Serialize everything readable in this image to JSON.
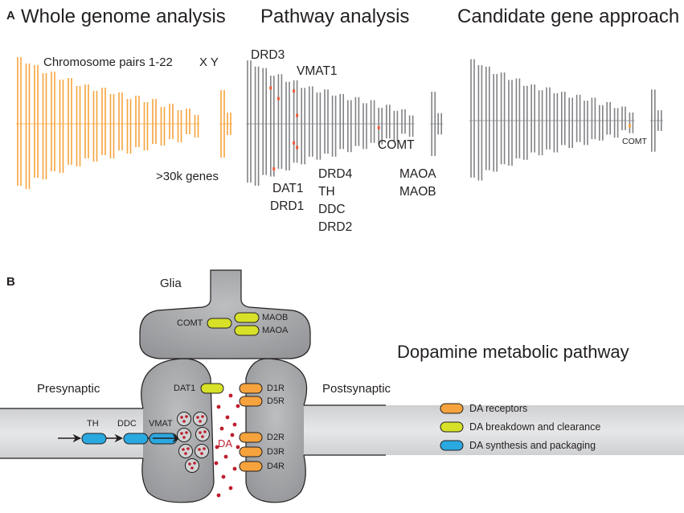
{
  "panel_a": {
    "letter": "A",
    "sections": {
      "whole": {
        "title": "Whole genome analysis",
        "chromosomes_label": "Chromosome pairs 1-22",
        "sex_label": "X Y",
        "gene_count": ">30k genes"
      },
      "pathway": {
        "title": "Pathway analysis",
        "genes": {
          "drd3": "DRD3",
          "vmat1": "VMAT1",
          "comt": "COMT",
          "dat1": "DAT1",
          "drd1": "DRD1",
          "drd4": "DRD4",
          "th": "TH",
          "ddc": "DDC",
          "drd2": "DRD2",
          "maoa": "MAOA",
          "maob": "MAOB"
        }
      },
      "candidate": {
        "title": "Candidate gene approach",
        "comt": "COMT"
      }
    }
  },
  "panel_b": {
    "letter": "B",
    "title": "Dopamine metabolic pathway",
    "glia": "Glia",
    "presynaptic": "Presynaptic",
    "postsynaptic": "Postsynaptic",
    "dopamine": "DA",
    "enzymes": {
      "comt": "COMT",
      "maob": "MAOB",
      "maoa": "MAOA",
      "dat1": "DAT1",
      "th": "TH",
      "ddc": "DDC",
      "vmat": "VMAT"
    },
    "receptors": [
      "D1R",
      "D5R",
      "D2R",
      "D3R",
      "D4R"
    ],
    "legend": [
      {
        "label": "DA receptors",
        "color": "#f6a33d"
      },
      {
        "label": "DA breakdown and clearance",
        "color": "#d7e128"
      },
      {
        "label": "DA synthesis and packaging",
        "color": "#2aa8e0"
      }
    ]
  },
  "colors": {
    "chromosome_orange": "#f6a33d",
    "chromosome_gray": "#808285",
    "highlight_red": "#f15a3a",
    "membrane_gray": "#a7a9ac",
    "dopamine_red": "#be1e2d"
  }
}
